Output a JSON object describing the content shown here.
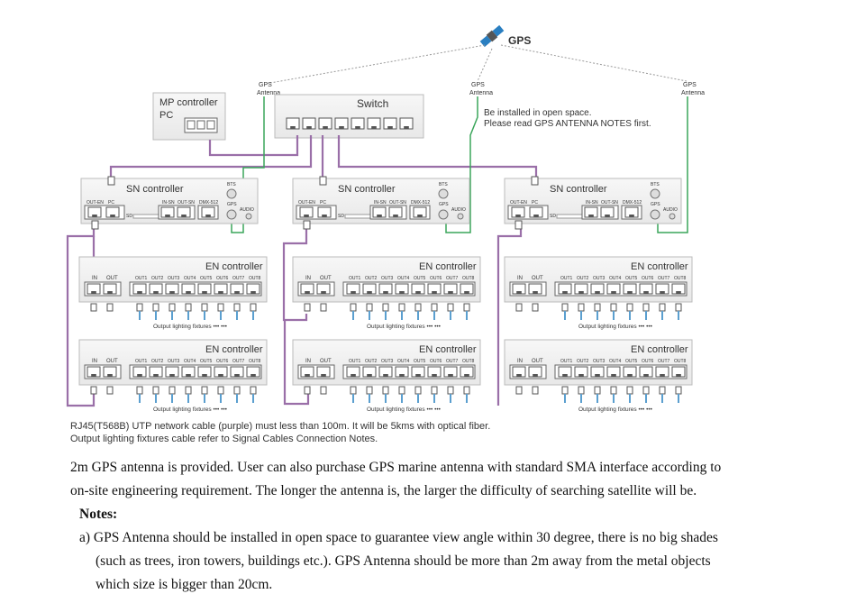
{
  "gps": {
    "label": "GPS",
    "antenna_label_line1": "GPS",
    "antenna_label_line2": "Antenna"
  },
  "mp": {
    "title_line1": "MP controller",
    "title_line2": "PC"
  },
  "switch": {
    "title": "Switch"
  },
  "install_note": {
    "line1": "Be installed in open space.",
    "line2": "Please read GPS ANTENNA NOTES first."
  },
  "sn": {
    "title": "SN controller",
    "port_labels": [
      "OUT-EN",
      "PC",
      "IN-SN",
      "OUT-SN",
      "DMX-512"
    ],
    "bts": "BTS",
    "gps": "GPS",
    "audio": "AUDIO",
    "sd": "SD"
  },
  "en": {
    "title": "EN controller",
    "in": "IN",
    "out": "OUT",
    "outputs": [
      "OUT1",
      "OUT2",
      "OUT3",
      "OUT4",
      "OUT5",
      "OUT6",
      "OUT7",
      "OUT8"
    ],
    "fixtures_label": "Output lighting fixtures ••• •••"
  },
  "captions": {
    "line1": "RJ45(T568B) UTP network cable (purple) must less than 100m. It will be 5kms with optical fiber.",
    "line2": "Output lighting fixtures cable refer to Signal Cables Connection Notes."
  },
  "body_text": {
    "para1_line1": "2m GPS antenna is provided. User can also purchase GPS marine antenna with standard SMA interface according to",
    "para1_line2": "on-site engineering requirement. The longer the antenna is, the larger the difficulty of searching satellite will be.",
    "notes_heading": "Notes:",
    "note_a_line1": "a) GPS Antenna should be installed in open space to guarantee view angle within 30 degree, there is no big shades",
    "note_a_line2": "(such as trees, iron towers, buildings etc.). GPS Antenna should be more than 2m away from the metal objects",
    "note_a_line3": "which size is bigger than 20cm."
  },
  "colors": {
    "cable_purple": "#9a6fa8",
    "gps_green": "#3aa55a",
    "port_blue": "#5b9fcf",
    "gps_blue": "#2a7fc1"
  }
}
